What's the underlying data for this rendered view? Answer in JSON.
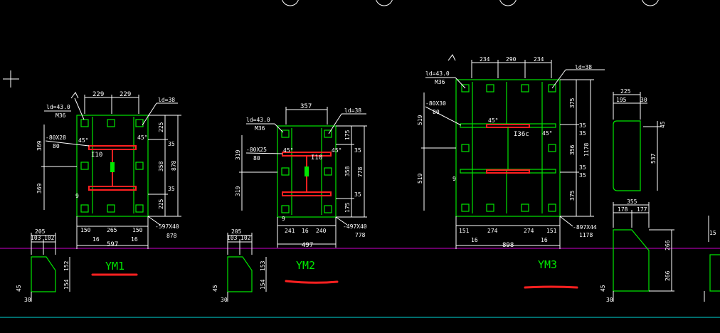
{
  "plates": {
    "ym1": {
      "label": "YM1",
      "dims": {
        "top_a": "229",
        "top_b": "229",
        "right_1": "225",
        "right_2": "358",
        "right_3": "225",
        "right_total": "878",
        "left_1": "369",
        "left_2": "369",
        "bot_1": "150",
        "bot_2": "265",
        "bot_3": "150",
        "bot_small_1": "16",
        "bot_small_2": "16",
        "bot_total": "597",
        "bot_total_right": "878",
        "plate_callout": "-597X40",
        "anchor_callout": "M36",
        "anchor_len": "ld=43.0",
        "stud_callout": "ld=38",
        "rib_callout": "-80X28",
        "rib_sub": "80",
        "angle_1": "45°",
        "angle_2": "45°",
        "tube": "I10",
        "weld": "9",
        "side_1": "35",
        "side_2": "35"
      },
      "detail": {
        "w_total": "205",
        "w_a": "103",
        "w_b": "102",
        "h_a": "152",
        "h_b": "154",
        "chamfer": "45",
        "base": "30"
      }
    },
    "ym2": {
      "label": "YM2",
      "dims": {
        "top_a": "357",
        "right_1": "175",
        "right_2": "358",
        "right_3": "175",
        "right_total": "778",
        "left_1": "319",
        "left_2": "319",
        "bot_1": "241",
        "bot_2": "240",
        "bot_small_1": "16",
        "bot_total": "497",
        "bot_total_right": "778",
        "plate_callout": "-497X40",
        "anchor_callout": "M36",
        "anchor_len": "ld=43.0",
        "stud_callout": "ld=38",
        "rib_callout": "-80X25",
        "rib_sub": "80",
        "angle_1": "45°",
        "angle_2": "45°",
        "tube": "I10",
        "weld": "9",
        "side_1": "35",
        "side_2": "35"
      },
      "detail": {
        "w_total": "205",
        "w_a": "103",
        "w_b": "102",
        "h_a": "153",
        "h_b": "154",
        "chamfer": "45",
        "base": "30"
      }
    },
    "ym3": {
      "label": "YM3",
      "dims": {
        "top_a": "234",
        "top_b": "290",
        "top_c": "234",
        "right_1": "375",
        "right_2": "356",
        "right_3": "375",
        "right_total": "1178",
        "left_1": "519",
        "left_2": "519",
        "bot_1": "151",
        "bot_2": "274",
        "bot_3": "274",
        "bot_4": "151",
        "bot_small_1": "16",
        "bot_small_2": "16",
        "bot_total": "898",
        "bot_total_right": "1178",
        "plate_callout": "-897X44",
        "anchor_callout": "M36",
        "anchor_len": "ld=43.0",
        "stud_callout": "ld=38",
        "rib_callout": "-80X30",
        "rib_sub": "80",
        "angle_1": "45°",
        "angle_2": "45°",
        "tube": "I36c",
        "weld": "9",
        "side_1": "35",
        "side_2": "35",
        "side_3": "35",
        "side_4": "35"
      }
    },
    "detail_right": {
      "top": {
        "w_total": "225",
        "w_a": "195",
        "w_b": "30",
        "h": "537",
        "side": "45"
      },
      "bottom": {
        "w_total": "355",
        "w_a": "178",
        "w_b": "177",
        "h_a": "266",
        "h_b": "266",
        "chamfer": "45",
        "base": "30"
      }
    }
  },
  "edge_detail": {
    "dim": "15"
  },
  "colors": {
    "background": "#000000",
    "plate": "#00e600",
    "dimension": "#ffffff",
    "beam": "#ff2020",
    "grid_line": "#cc00cc",
    "cyan_line": "#00d8d8"
  },
  "icons": {
    "crosshair": "crosshair-cursor-icon",
    "axis_bubble": "grid-axis-bubble-icon"
  }
}
